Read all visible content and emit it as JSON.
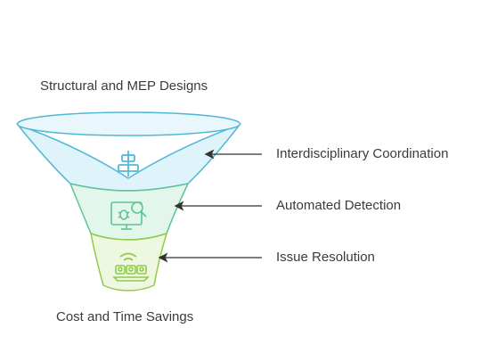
{
  "diagram": {
    "top_label": "Structural and MEP Designs",
    "bottom_label": "Cost and Time Savings",
    "stages": [
      {
        "label": "Interdisciplinary Coordination",
        "icon": "align-center-icon",
        "color": "#4fb8d6",
        "fill": "#dff3fa"
      },
      {
        "label": "Automated Detection",
        "icon": "bug-search-monitor-icon",
        "color": "#5cc495",
        "fill": "#e3f6ec"
      },
      {
        "label": "Issue Resolution",
        "icon": "wifi-dashboard-icon",
        "color": "#8fcc4a",
        "fill": "#eef7df"
      }
    ],
    "arrow_color": "#333333"
  }
}
